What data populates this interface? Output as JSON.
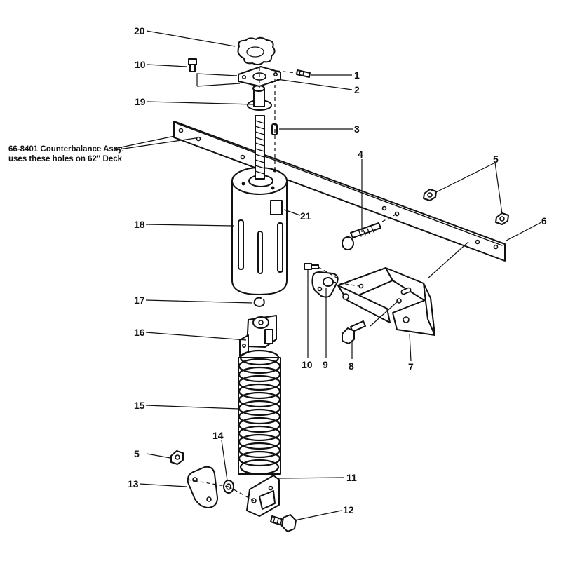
{
  "note": {
    "line1": "66-8401 Counterbalance Assy.",
    "line2": "uses these holes on 62\" Deck"
  },
  "callouts": {
    "c20": "20",
    "c10_top": "10",
    "c1": "1",
    "c2": "2",
    "c19": "19",
    "c3": "3",
    "c4": "4",
    "c5_top": "5",
    "c6": "6",
    "c21": "21",
    "c18": "18",
    "c17": "17",
    "c16": "16",
    "c10_side": "10",
    "c9": "9",
    "c8": "8",
    "c7": "7",
    "c15": "15",
    "c14": "14",
    "c5_bottom": "5",
    "c13": "13",
    "c11": "11",
    "c12": "12"
  }
}
